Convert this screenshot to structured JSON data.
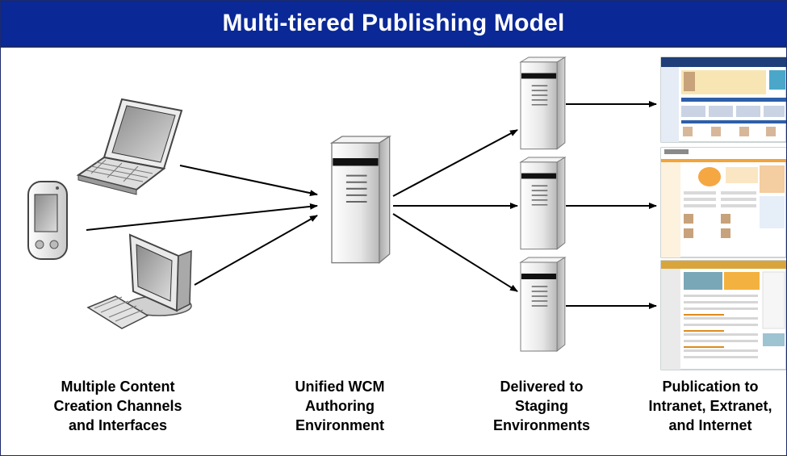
{
  "title": "Multi-tiered Publishing Model",
  "colors": {
    "title_bar": "#0a2896",
    "border": "#1b2a6b",
    "arrow": "#000000",
    "server_body": "#e8e8e8",
    "server_stripe": "#111111"
  },
  "captions": {
    "content_creation": [
      "Multiple Content",
      "Creation Channels",
      "and Interfaces"
    ],
    "authoring": [
      "Unified WCM",
      "Authoring",
      "Environment"
    ],
    "staging": [
      "Delivered to",
      "Staging",
      "Environments"
    ],
    "publication": [
      "Publication to",
      "Intranet, Extranet,",
      "and Internet"
    ]
  },
  "devices": [
    "laptop-icon",
    "pda-icon",
    "desktop-icon"
  ],
  "servers": [
    "authoring-server-icon",
    "staging-server-icon",
    "staging-server-icon",
    "staging-server-icon"
  ],
  "websites": [
    "intranet-site-screenshot",
    "extranet-site-screenshot",
    "internet-site-screenshot"
  ]
}
